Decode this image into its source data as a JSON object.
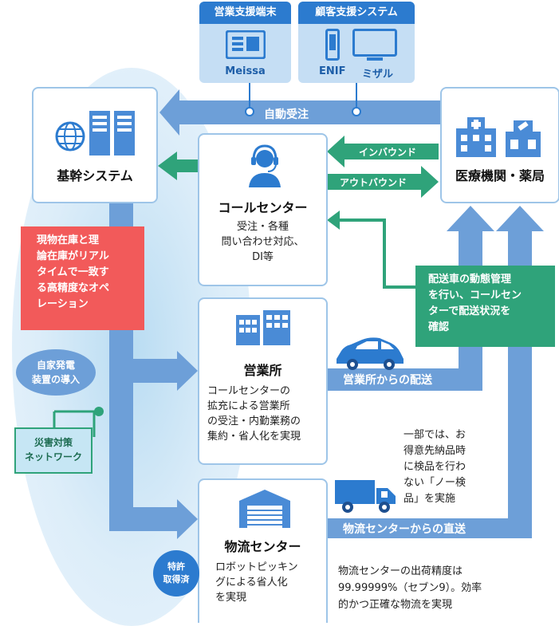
{
  "top_terminal": {
    "title": "営業支援端末",
    "label": "Meissa"
  },
  "top_customer": {
    "title": "顧客支援システム",
    "label_left": "ENIF",
    "label_right": "ミザル"
  },
  "arrows": {
    "auto_order": "自動受注",
    "inbound": "インバウンド",
    "outbound": "アウトバウンド",
    "from_sales_office": "営業所からの配送",
    "from_logistics": "物流センターからの直送"
  },
  "core_system": {
    "title": "基幹システム"
  },
  "medical": {
    "title": "医療機関・薬局"
  },
  "call_center": {
    "title": "コールセンター",
    "desc": [
      "受注・各種",
      "問い合わせ対応、",
      "DI等"
    ]
  },
  "sales_office": {
    "title": "営業所",
    "desc": [
      "コールセンターの",
      "拡充による営業所",
      "の受注・内勤業務の",
      "集約・省人化を実現"
    ]
  },
  "logistics": {
    "title": "物流センター",
    "desc": [
      "ロボットピッキン",
      "グによる省人化",
      "を実現"
    ],
    "badge": [
      "特許",
      "取得済"
    ]
  },
  "red_note": [
    "現物在庫と理",
    "論在庫がリアル",
    "タイムで一致す",
    "る高精度なオペ",
    "レーション"
  ],
  "green_note": [
    "配送車の動態管理",
    "を行い、コールセン",
    "ターで配送状況を",
    "確認"
  ],
  "power_circle": [
    "自家発電",
    "装置の導入"
  ],
  "disaster_box": [
    "災害対策",
    "ネットワーク"
  ],
  "inspection_note": [
    "一部では、お",
    "得意先納品時",
    "に検品を行わ",
    "ない「ノー検",
    "品」を実施"
  ],
  "accuracy_note": [
    "物流センターの出荷精度は",
    "99.99999%（セブン9）。効率",
    "的かつ正確な物流を実現"
  ],
  "colors": {
    "blue_dark": "#2c7bcf",
    "blue_arrow": "#6d9fd8",
    "green": "#2fa37a",
    "red": "#f25a5a",
    "oval": "#d8ecf8"
  }
}
